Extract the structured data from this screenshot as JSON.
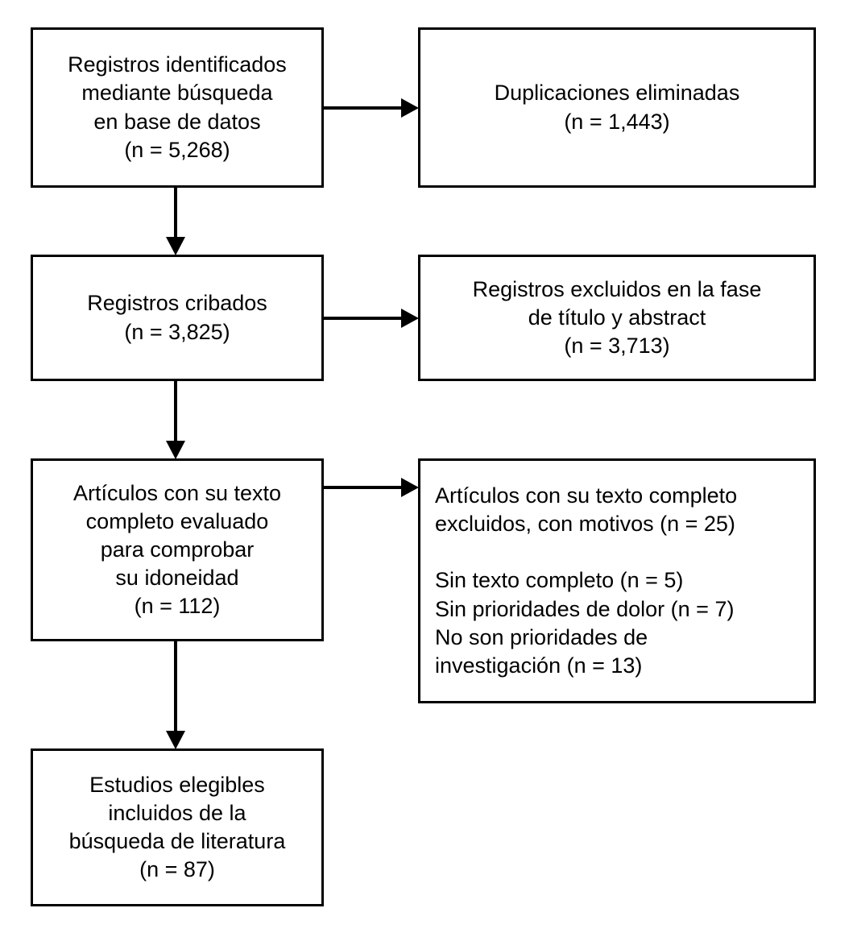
{
  "diagram": {
    "type": "prisma-flow-diagram",
    "language": "es",
    "background_color": "#ffffff",
    "line_color": "#000000",
    "box_border_color": "#000000",
    "nodes": [
      {
        "id": "identified",
        "text": "Registros identificados\nmediante búsqueda\nen base de datos\n(n = 5,268)",
        "count_label": "(n = 5,268)",
        "count": 5268
      },
      {
        "id": "duplicates_removed",
        "text": "Duplicaciones eliminadas\n(n = 1,443)",
        "count_label": "(n = 1,443)",
        "count": 1443
      },
      {
        "id": "screened",
        "text": "Registros cribados\n(n = 3,825)",
        "count_label": "(n = 3,825)",
        "count": 3825
      },
      {
        "id": "excluded_title_abstract",
        "text": "Registros excluidos en la fase\nde título y abstract\n(n = 3,713)",
        "count_label": "(n = 3,713)",
        "count": 3713
      },
      {
        "id": "fulltext_assessed",
        "text": "Artículos con su texto\ncompleto evaluado\npara comprobar\nsu idoneidad\n(n = 112)",
        "count_label": "(n = 112)",
        "count": 112
      },
      {
        "id": "fulltext_excluded",
        "text": "Artículos con su texto completo\nexcluidos, con motivos (n = 25)\n\nSin texto completo (n = 5)\nSin prioridades de dolor (n = 7)\nNo son prioridades de\ninvestigación (n = 13)",
        "count_label": "(n = 25)",
        "count": 25,
        "reasons": [
          {
            "label": "Sin texto completo (n = 5)",
            "count": 5
          },
          {
            "label": "Sin prioridades de dolor (n = 7)",
            "count": 7
          },
          {
            "label": "No son prioridades de investigación (n = 13)",
            "count": 13
          }
        ]
      },
      {
        "id": "included",
        "text": "Estudios elegibles\nincluidos de la\nbúsqueda de literatura\n(n = 87)",
        "count_label": "(n = 87)",
        "count": 87
      }
    ],
    "edges": [
      {
        "id": "identified-to-duplicates",
        "from": "identified",
        "to": "duplicates_removed",
        "direction": "right"
      },
      {
        "id": "identified-to-screened",
        "from": "identified",
        "to": "screened",
        "direction": "down"
      },
      {
        "id": "screened-to-excluded",
        "from": "screened",
        "to": "excluded_title_abstract",
        "direction": "right"
      },
      {
        "id": "screened-to-fulltext",
        "from": "screened",
        "to": "fulltext_assessed",
        "direction": "down"
      },
      {
        "id": "fulltext-to-excluded",
        "from": "fulltext_assessed",
        "to": "fulltext_excluded",
        "direction": "right"
      },
      {
        "id": "fulltext-to-included",
        "from": "fulltext_assessed",
        "to": "included",
        "direction": "down"
      }
    ]
  }
}
